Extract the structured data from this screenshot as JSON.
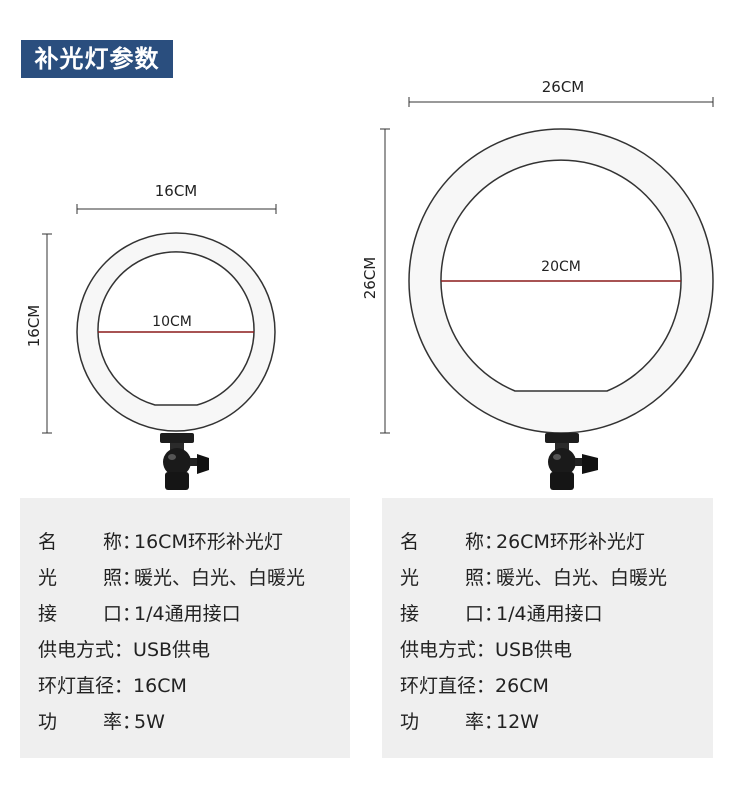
{
  "title": "补光灯参数",
  "small_light": {
    "width_label": "16CM",
    "height_label": "16CM",
    "inner_label": "10CM"
  },
  "large_light": {
    "width_label": "26CM",
    "height_label": "26CM",
    "inner_label": "20CM"
  },
  "specs_small": [
    {
      "k1": "名",
      "k2": "称",
      "value": "16CM环形补光灯"
    },
    {
      "k1": "光",
      "k2": "照",
      "value": "暖光、白光、白暖光"
    },
    {
      "k1": "接",
      "k2": "口",
      "value": "1/4通用接口"
    },
    {
      "key": "供电方式",
      "value": "USB供电"
    },
    {
      "key": "环灯直径",
      "value": "16CM"
    },
    {
      "k1": "功",
      "k2": "率",
      "value": "5W"
    }
  ],
  "specs_large": [
    {
      "k1": "名",
      "k2": "称",
      "value": "26CM环形补光灯"
    },
    {
      "k1": "光",
      "k2": "照",
      "value": "暖光、白光、白暖光"
    },
    {
      "k1": "接",
      "k2": "口",
      "value": "1/4通用接口"
    },
    {
      "key": "供电方式",
      "value": "USB供电"
    },
    {
      "key": "环灯直径",
      "value": "26CM"
    },
    {
      "k1": "功",
      "k2": "率",
      "value": "12W"
    }
  ],
  "colors": {
    "title_bg": "#2a4e7e",
    "panel_bg": "#efefef",
    "ring_fill": "#f7f7f7",
    "ring_stroke": "#333333"
  }
}
